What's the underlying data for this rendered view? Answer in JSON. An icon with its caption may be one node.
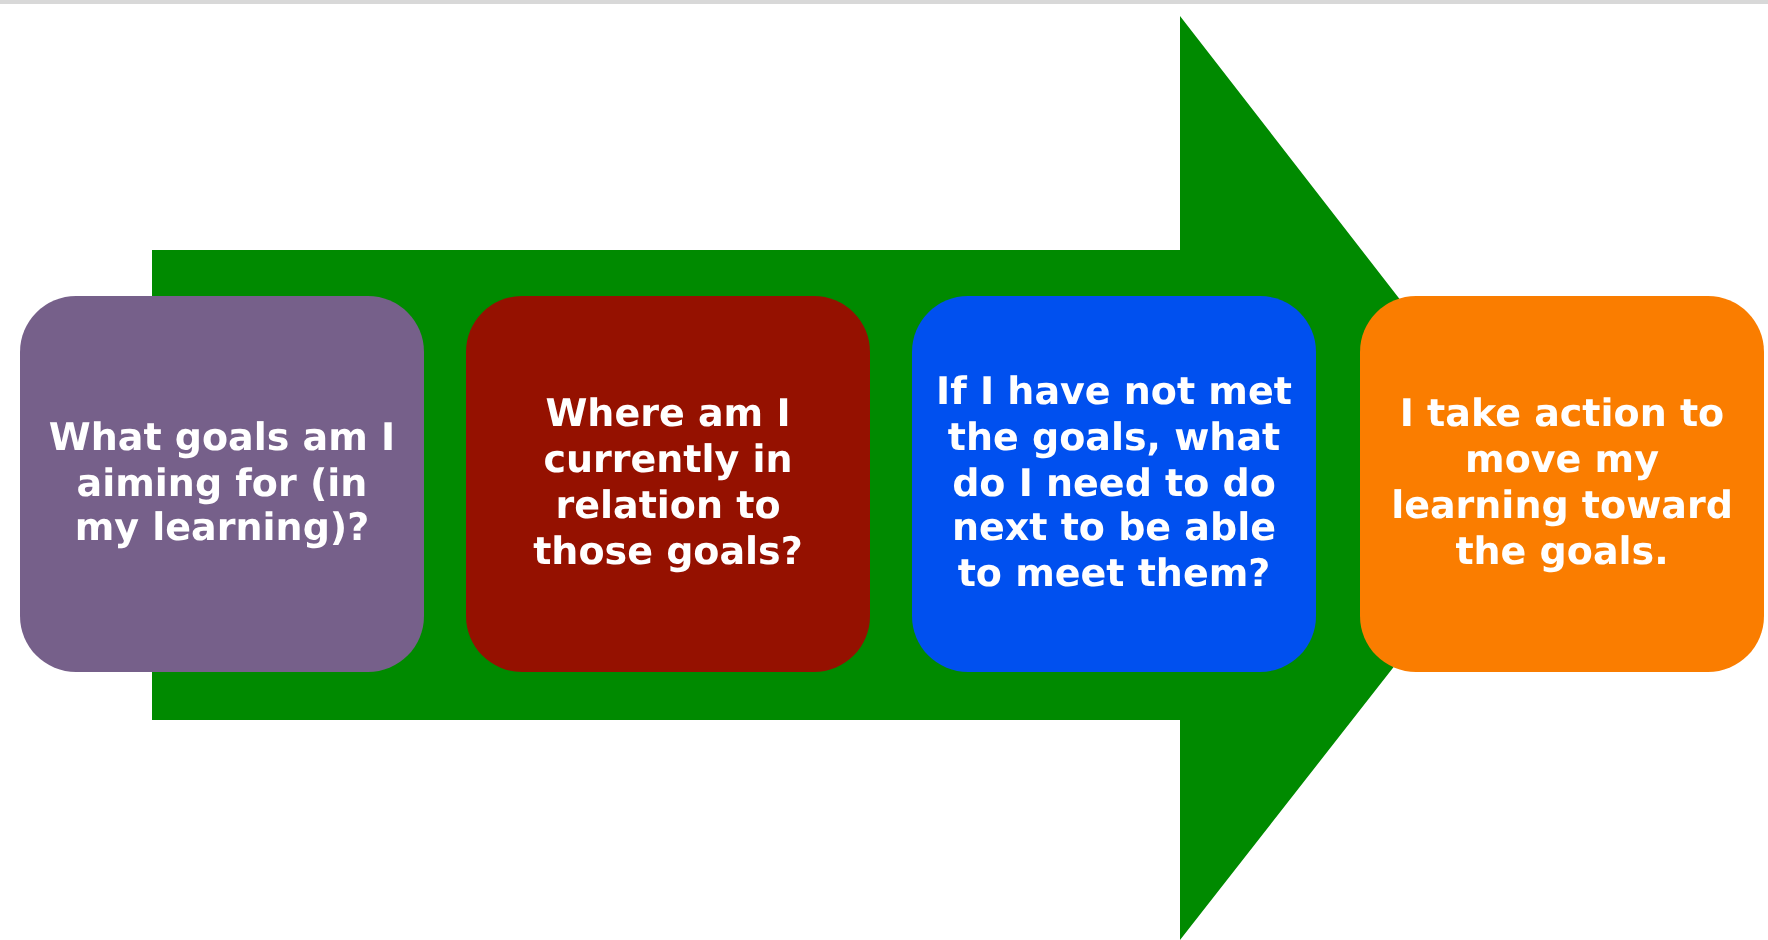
{
  "diagram": {
    "nodes": [
      {
        "text": [
          "What goals am I aiming for (in my learning)?"
        ]
      },
      {
        "text": [
          "Where am I currently in relation to those goals?"
        ]
      },
      {
        "text": [
          "If I have not met the goals, what do I need to do next to be able to meet them?"
        ]
      },
      {
        "text": [
          "I take action to move my learning toward the goals."
        ]
      }
    ],
    "edges": [
      {
        "from": 0,
        "to": 3,
        "arrow": "to"
      }
    ]
  }
}
